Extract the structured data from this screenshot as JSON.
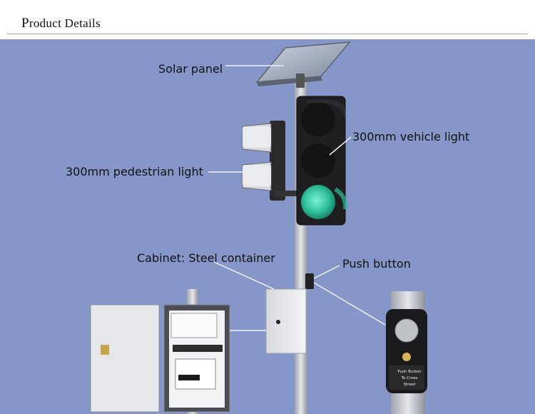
{
  "header": {
    "title": "Product Details"
  },
  "labels": {
    "solar_panel": "Solar panel",
    "vehicle_light": "300mm vehicle light",
    "pedestrian_light": "300mm pedestrian light",
    "cabinet": "Cabinet: Steel container",
    "push_button": "Push button"
  },
  "push_button_plate": {
    "line1": "Push Button",
    "line2": "To Cross",
    "line3": "Street"
  },
  "colors": {
    "background": "#8696c8",
    "green_lamp": "#2fbf9a",
    "pole": "#c9ccd2"
  }
}
